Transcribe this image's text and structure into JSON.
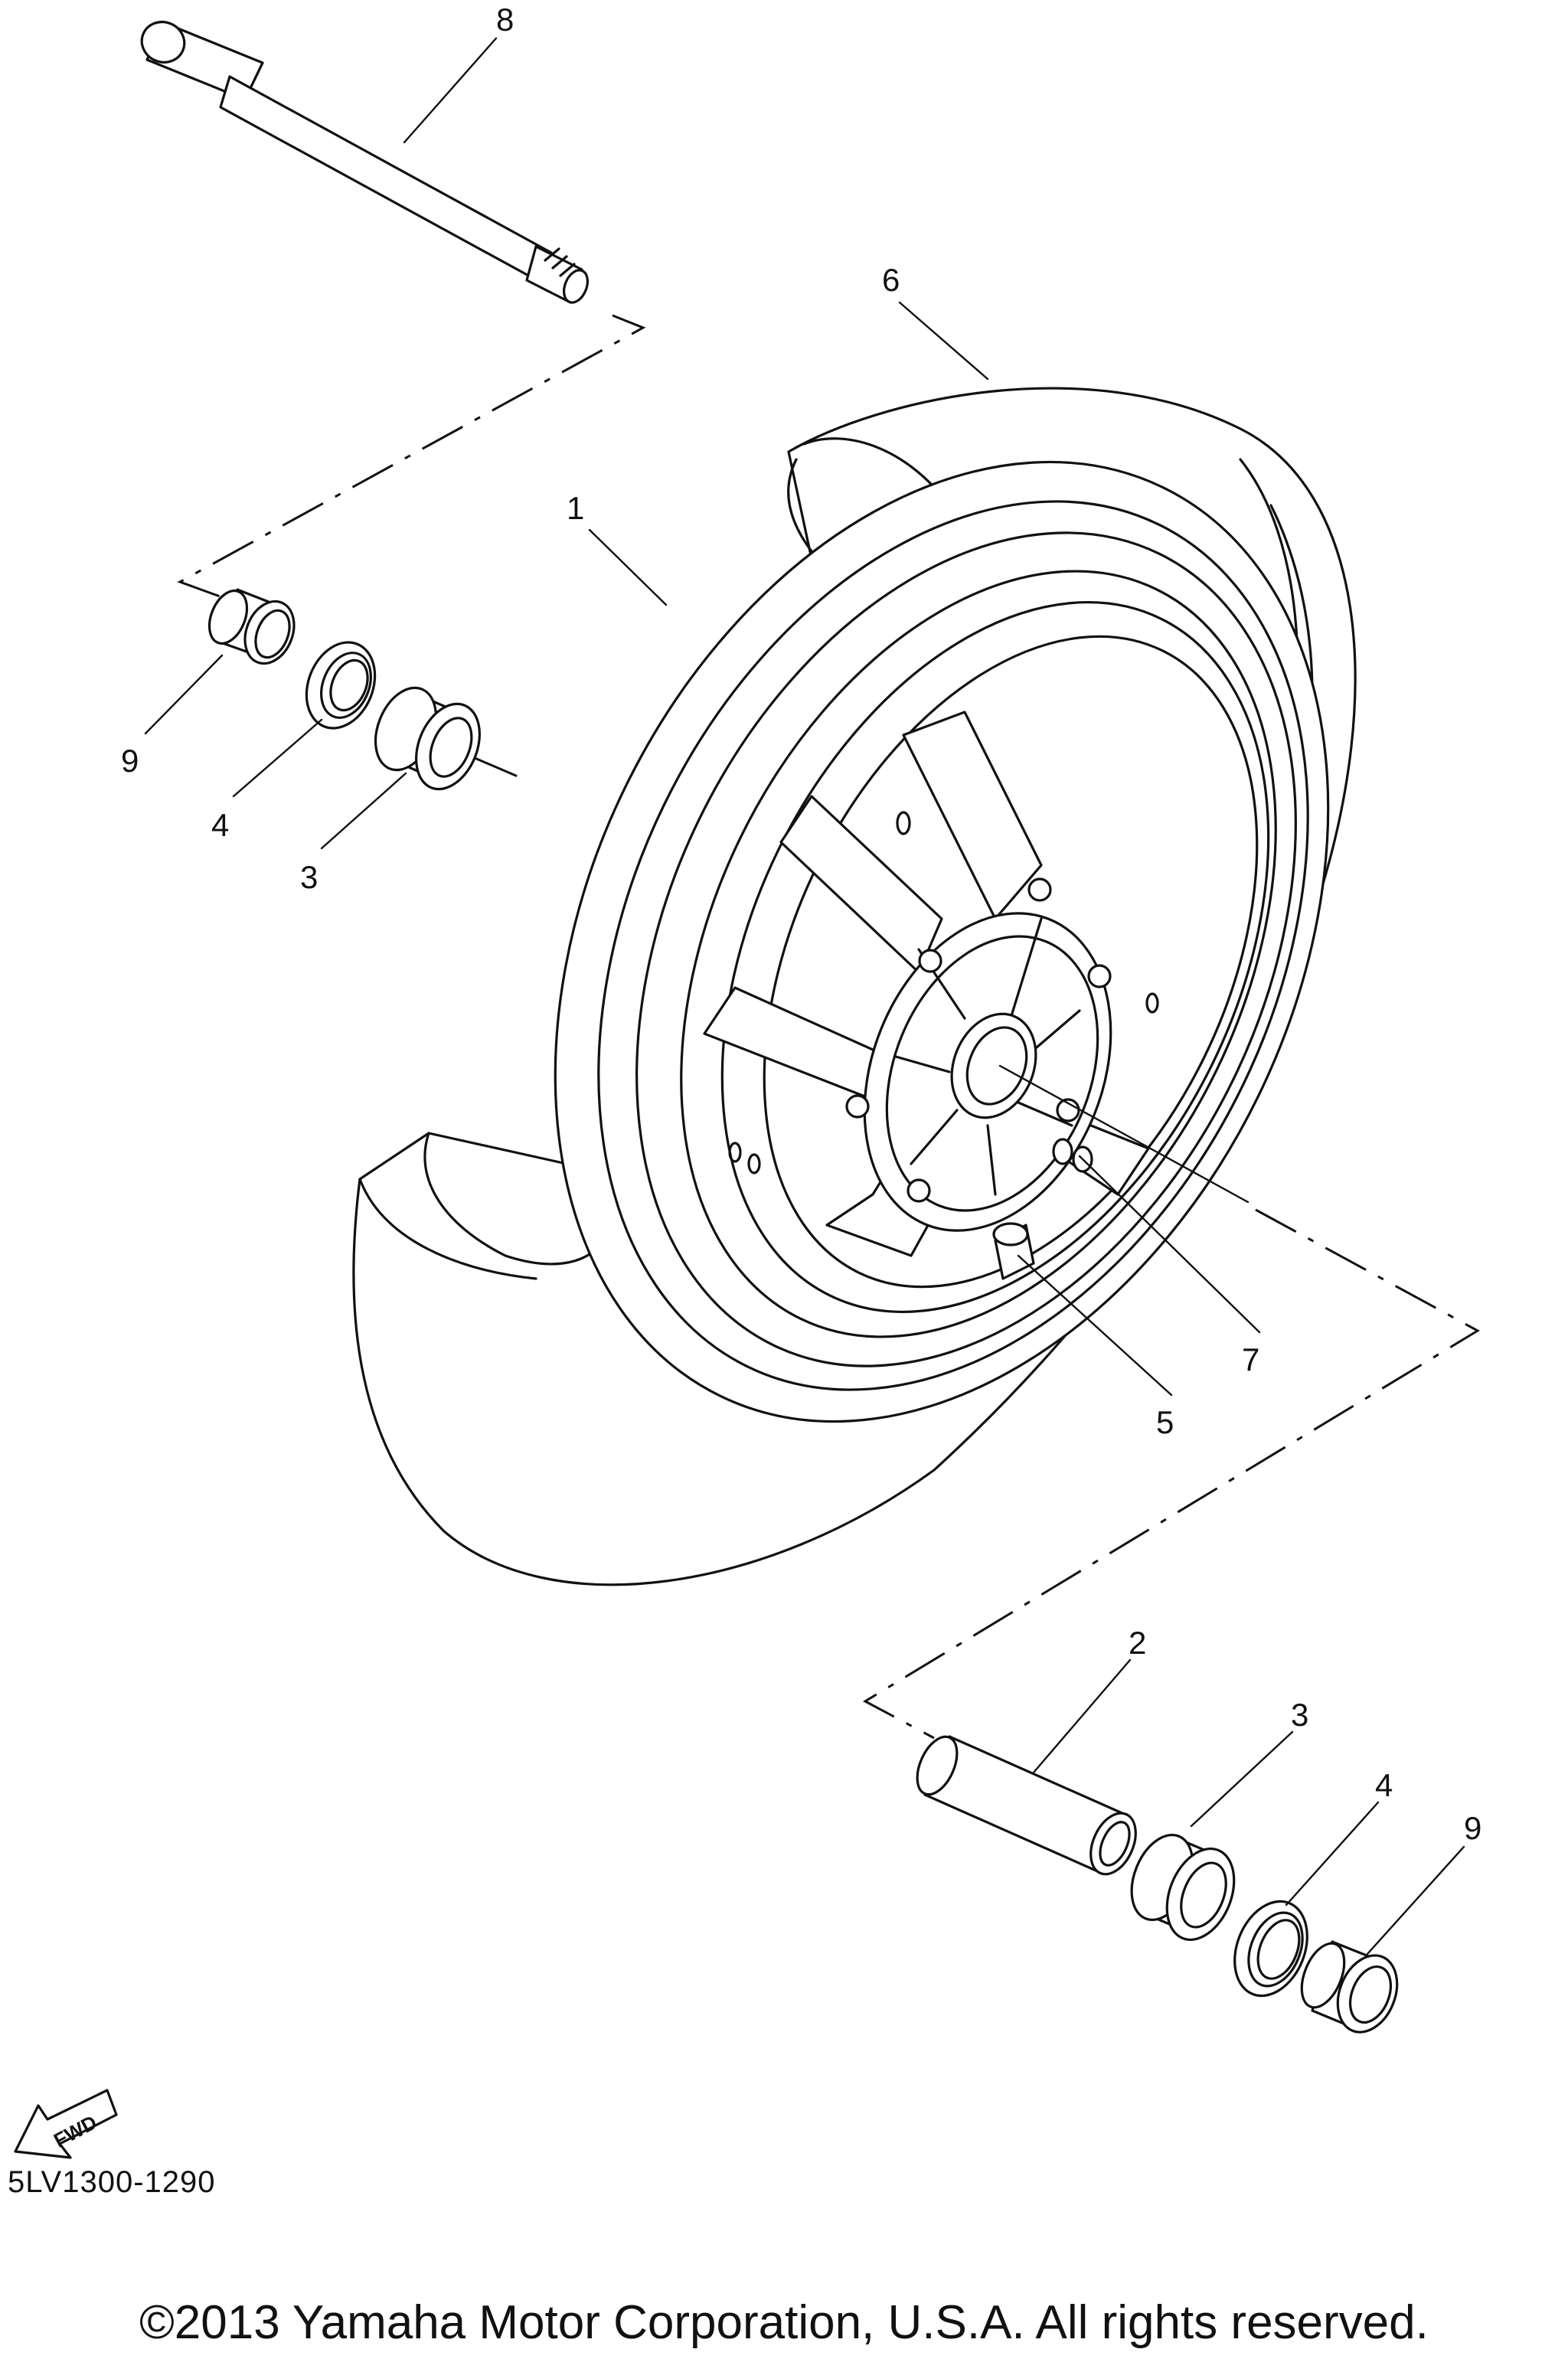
{
  "diagram": {
    "callouts": [
      {
        "id": "label-8a",
        "text": "8"
      },
      {
        "id": "label-6",
        "text": "6"
      },
      {
        "id": "label-1",
        "text": "1"
      },
      {
        "id": "label-9a",
        "text": "9"
      },
      {
        "id": "label-4a",
        "text": "4"
      },
      {
        "id": "label-3a",
        "text": "3"
      },
      {
        "id": "label-7",
        "text": "7"
      },
      {
        "id": "label-5",
        "text": "5"
      },
      {
        "id": "label-2",
        "text": "2"
      },
      {
        "id": "label-3b",
        "text": "3"
      },
      {
        "id": "label-4b",
        "text": "4"
      },
      {
        "id": "label-9b",
        "text": "9"
      }
    ],
    "fwd_arrow_text": "FWD",
    "diagram_code": "5LV1300-1290",
    "copyright": "©2013 Yamaha Motor Corporation, U.S.A. All rights reserved."
  }
}
